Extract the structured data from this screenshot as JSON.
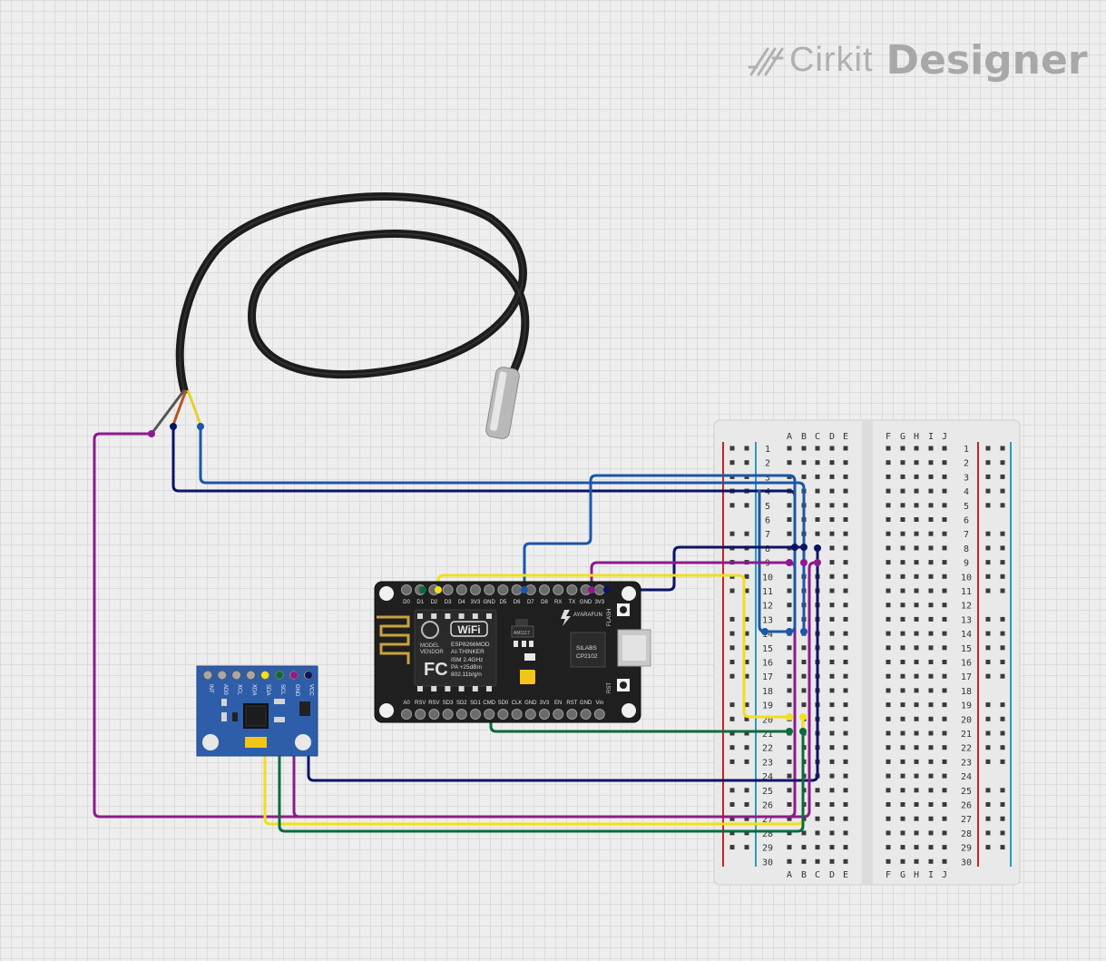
{
  "brand": {
    "name_light": "Cirkit",
    "name_bold": "Designer"
  },
  "breadboard": {
    "columns_left": [
      "A",
      "B",
      "C",
      "D",
      "E"
    ],
    "columns_right": [
      "F",
      "G",
      "H",
      "I",
      "J"
    ],
    "rows": 30,
    "rail_colors": {
      "positive": "#cc2222",
      "negative": "#2a9bbd"
    }
  },
  "esp8266": {
    "top_pins": [
      "D0",
      "D1",
      "D2",
      "D3",
      "D4",
      "3V3",
      "GND",
      "D5",
      "D6",
      "D7",
      "D8",
      "RX",
      "TX",
      "GND",
      "3V3"
    ],
    "bottom_pins": [
      "A0",
      "RSV",
      "RSV",
      "SD3",
      "SD2",
      "SD1",
      "CMD",
      "SD0",
      "CLK",
      "GND",
      "3V3",
      "EN",
      "RST",
      "GND",
      "Vin"
    ],
    "wifi_label": "WiFi",
    "module_text": [
      "ESP8266MOD",
      "AI-THINKER",
      "ISM 2.4GHz",
      "PA +25dBm",
      "802.11b/g/n"
    ],
    "vendor_text": [
      "MODEL",
      "VENDOR"
    ],
    "fcc_label": "FC",
    "regulator_label": "AM1117",
    "usb_chip": [
      "SILABS",
      "CP2102"
    ],
    "brand_text": "AYARAFUN",
    "flash_label": "FLASH",
    "rst_label": "RST"
  },
  "mpu6050": {
    "pins": [
      "INT",
      "AD0",
      "XCL",
      "XDA",
      "SDA",
      "SCL",
      "GND",
      "VCC"
    ]
  },
  "wire_colors": {
    "purple": "#8e1a8e",
    "navy": "#0b1466",
    "blue": "#1b57a8",
    "yellow": "#f1e01a",
    "green": "#0b6b3a"
  }
}
